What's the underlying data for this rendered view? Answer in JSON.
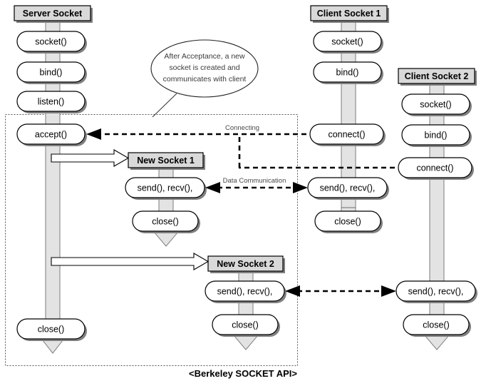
{
  "diagram": {
    "caption": "<Berkeley SOCKET API>",
    "note": {
      "line1": "After Acceptance, a new",
      "line2": "socket is created and",
      "line3": "communicates with client"
    },
    "annotations": {
      "connecting": "Connecting",
      "data_communication": "Data Communication"
    },
    "colors": {
      "lifeline_fill": "#e3e3e3",
      "header_fill": "#d9d9d9",
      "node_fill": "#ffffff",
      "stroke": "#000000",
      "shadow": "#808080",
      "note_text": "#3a3a3a",
      "annotation_text": "#4a4a4a"
    },
    "columns": [
      {
        "id": "server-socket",
        "header": "Server Socket",
        "nodes": [
          "socket()",
          "bind()",
          "listen()",
          "accept()",
          "close()"
        ]
      },
      {
        "id": "new-socket-1",
        "header": "New Socket 1",
        "nodes": [
          "send(), recv(),",
          "close()"
        ]
      },
      {
        "id": "new-socket-2",
        "header": "New Socket 2",
        "nodes": [
          "send(), recv(),",
          "close()"
        ]
      },
      {
        "id": "client-socket-1",
        "header": "Client Socket 1",
        "nodes": [
          "socket()",
          "bind()",
          "connect()",
          "send(), recv(),",
          "close()"
        ]
      },
      {
        "id": "client-socket-2",
        "header": "Client Socket 2",
        "nodes": [
          "socket()",
          "bind()",
          "connect()",
          "send(), recv(),",
          "close()"
        ]
      }
    ]
  }
}
